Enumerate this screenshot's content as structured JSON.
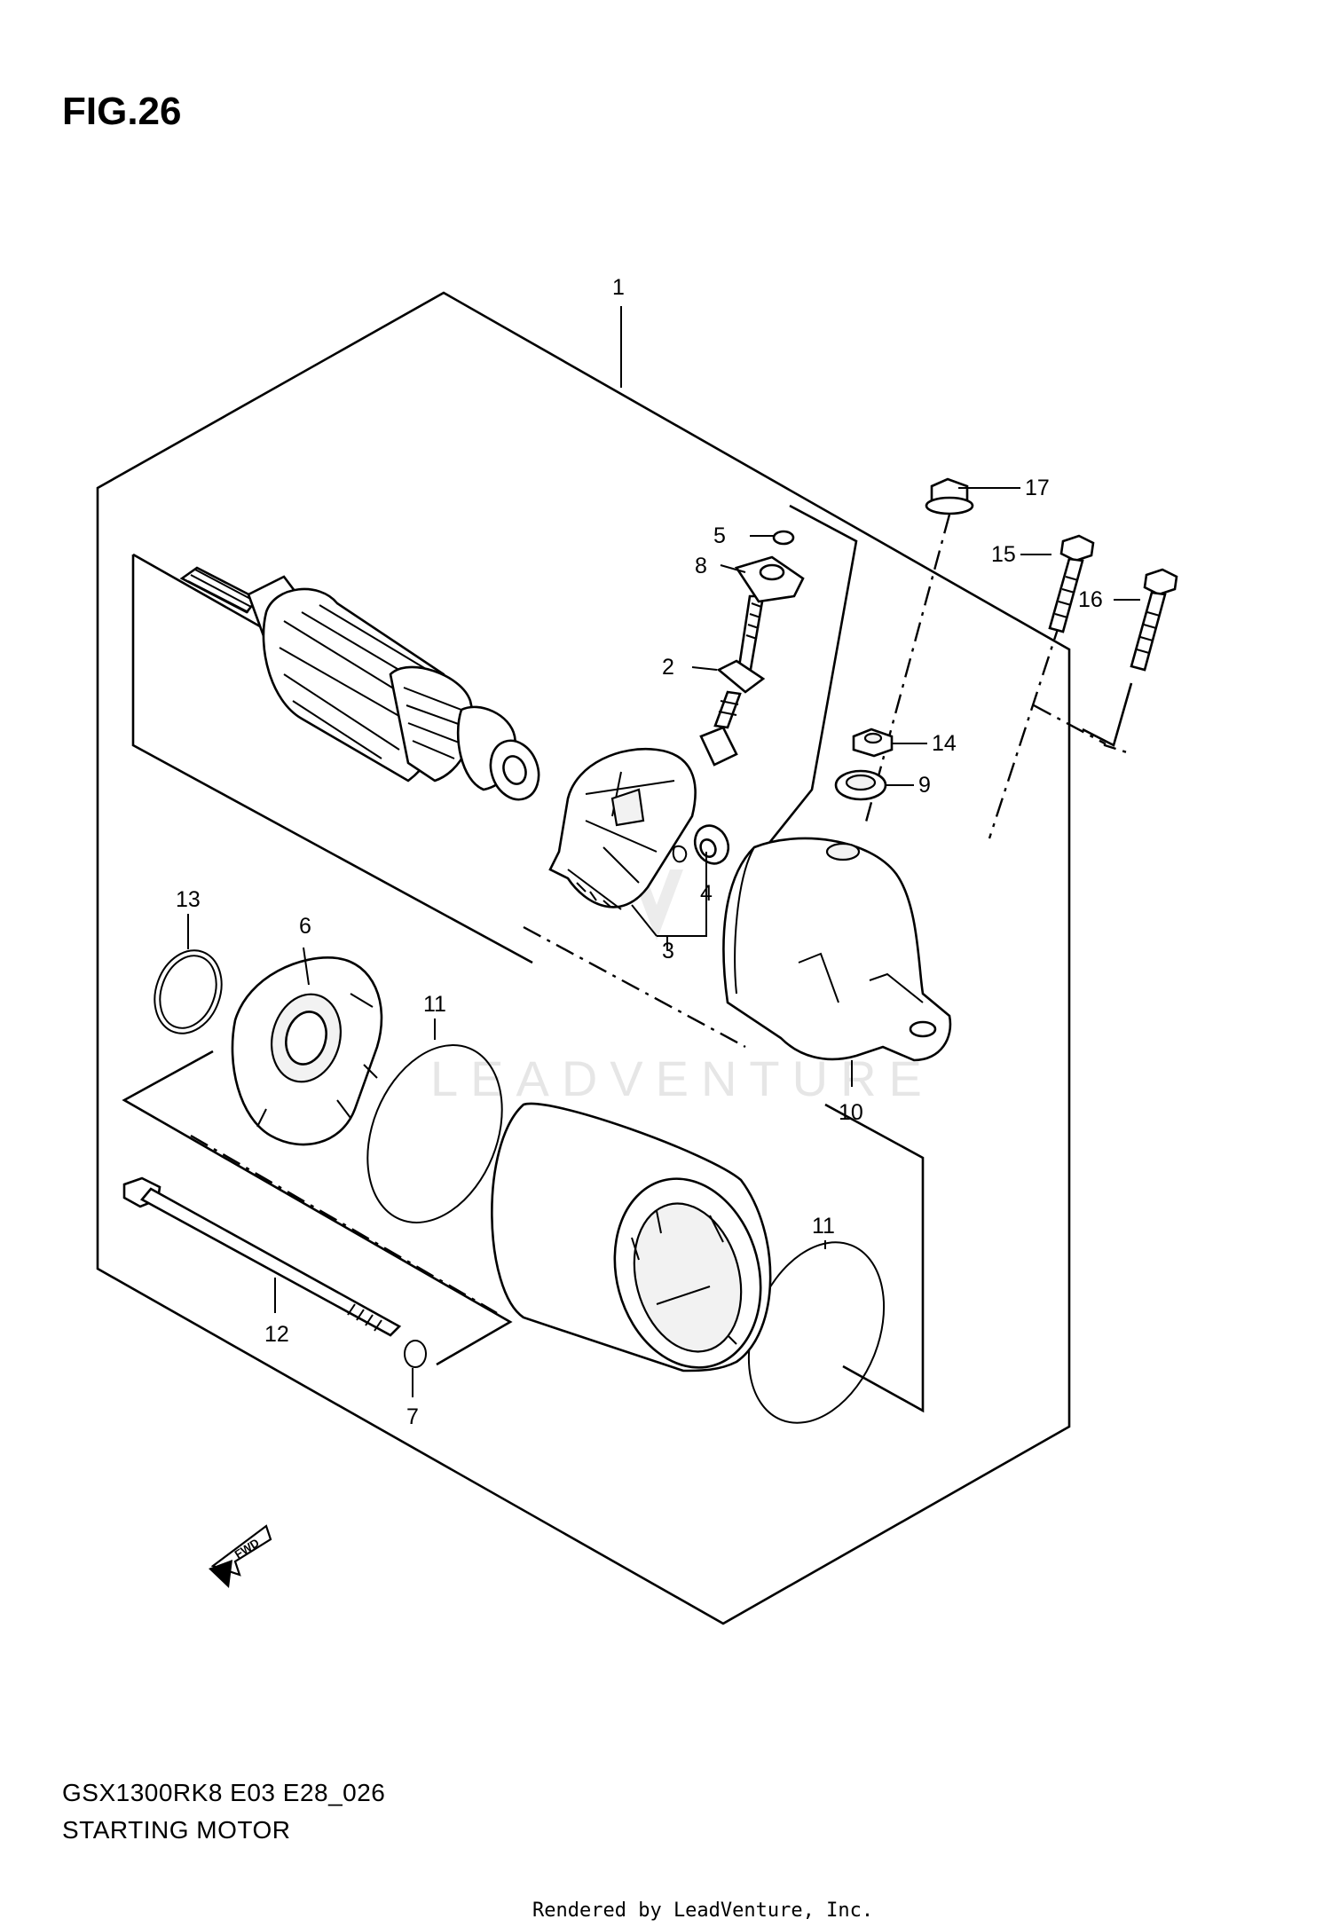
{
  "figure": {
    "title": "FIG.26",
    "model_code": "GSX1300RK8 E03 E28_026",
    "assembly_name": "STARTING MOTOR",
    "footer": "Rendered by LeadVenture, Inc.",
    "watermark": "LEADVENTURE",
    "fwd_label": "FWD"
  },
  "callouts": {
    "c1": "1",
    "c2": "2",
    "c3": "3",
    "c4": "4",
    "c5": "5",
    "c6": "6",
    "c7": "7",
    "c8": "8",
    "c9": "9",
    "c10": "10",
    "c11a": "11",
    "c11b": "11",
    "c12": "12",
    "c13": "13",
    "c14": "14",
    "c15": "15",
    "c16": "16",
    "c17": "17"
  }
}
